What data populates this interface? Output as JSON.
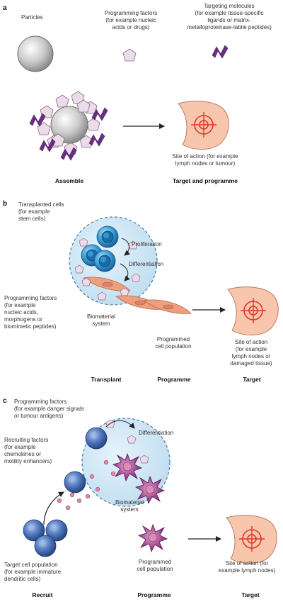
{
  "panel_a": {
    "letter": "a",
    "particles": "Particles",
    "programming_factors": "Programming factors\n(for example nucleic\nacids or drugs)",
    "targeting_molecules": "Targeting molecules\n(for example tissue-specific\nligands or matrix-\nmetalloproteinase-labile peptides)",
    "site_of_action": "Site of action (for example\nlymph nodes or tumour)",
    "step_assemble": "Assemble",
    "step_target": "Target and programme"
  },
  "panel_b": {
    "letter": "b",
    "transplanted_cells": "Transplanted cells\n(for example\nstem cells)",
    "proliferation": "Proliferation",
    "differentiation": "Differentiation",
    "programming_factors": "Programming factors\n(for example\nnucleic acids,\nmorphogens or\nbiomimetic peptides)",
    "biomaterial": "Biomaterial\nsystem",
    "programmed_population": "Programmed\ncell population",
    "site_of_action": "Site of action\n(for example\nlymph nodes or\ndamaged tissue)",
    "step_transplant": "Transplant",
    "step_programme": "Programme",
    "step_target": "Target"
  },
  "panel_c": {
    "letter": "c",
    "programming_factors": "Programming factors\n(for example danger signals\nor tumour antigens)",
    "differentiation": "Differentiation",
    "recruiting_factors": "Recruiting factors\n(for example\nchemokines or\nmotility enhancers)",
    "biomaterial": "Biomaterial\nsystem",
    "target_population": "Target cell population\n(for example immature\ndendritic cells)",
    "programmed_population": "Programmed\ncell population",
    "site_of_action": "Site of action (for\nexample lymph nodes)",
    "step_recruit": "Recruit",
    "step_programme": "Programme",
    "step_target": "Target"
  },
  "colors": {
    "tissue_fill": "#f7c6ad",
    "target_red": "#e0342c",
    "targeting_purple": "#6b2d86",
    "factor_pink": "#ecdbe9",
    "biomaterial_blue": "#cfe6f5",
    "cell_blue": "#2f6db3",
    "dendritic_purple": "#9b3c8e"
  }
}
